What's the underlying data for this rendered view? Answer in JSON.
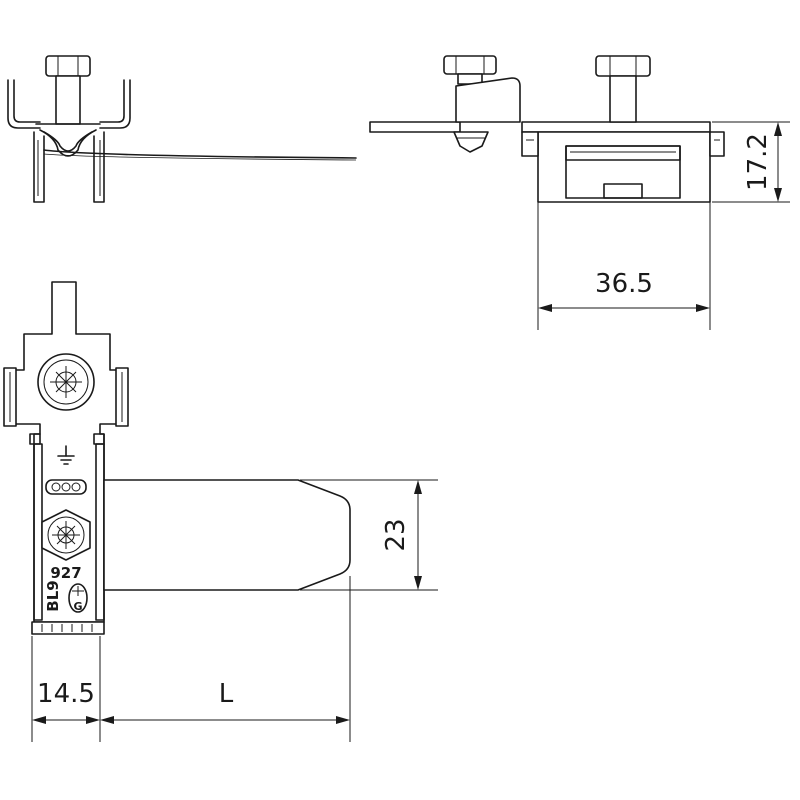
{
  "dimensions": {
    "height_side": "17.2",
    "width_side": "36.5",
    "strip_width": "23",
    "clamp_width": "14.5",
    "length": "L"
  },
  "markings": {
    "part_number": "927",
    "approval_left": "BL9",
    "approval_right": "G"
  }
}
